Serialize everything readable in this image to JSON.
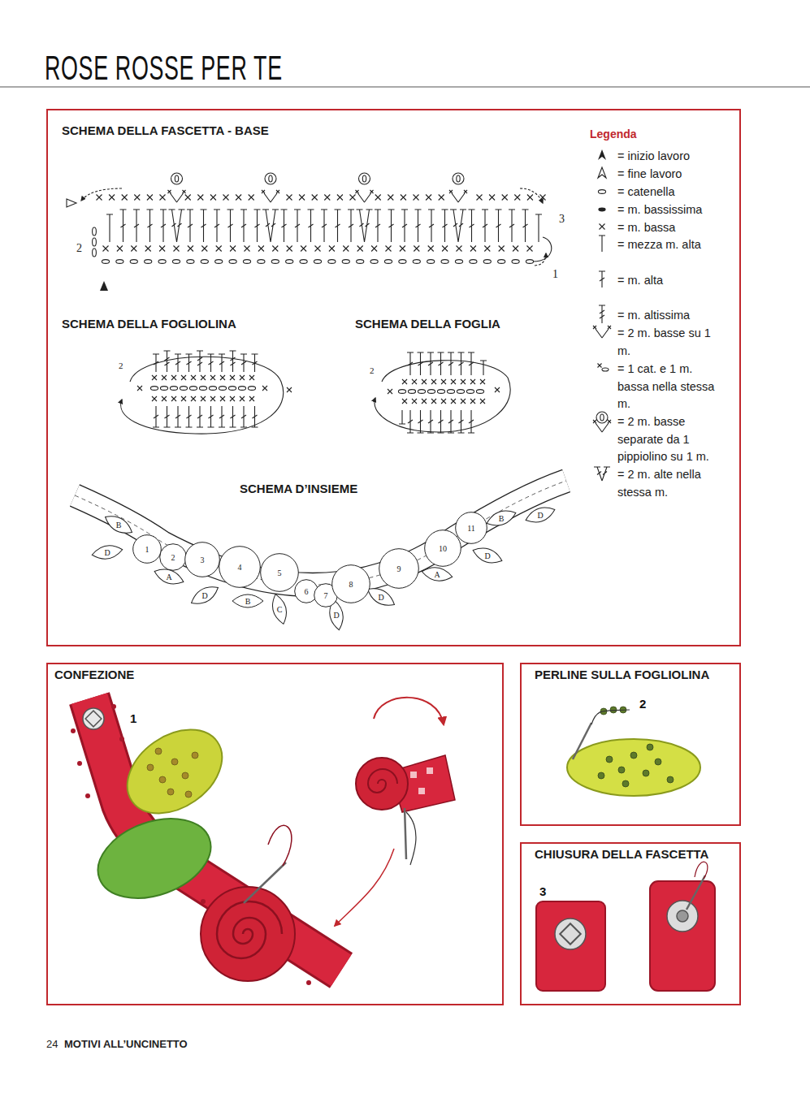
{
  "diagram": {
    "title": "ROSE ROSSE PER TE",
    "nodes": [
      {
        "text": [
          "SCHEMA DELLA FASCETTA - BASE",
          "SCHEMA DELLA FOGLIOLINA",
          "SCHEMA DELLA FOGLIA",
          "SCHEMA D’INSIEME"
        ]
      },
      {
        "text": [
          "1"
        ],
        "in": 0
      },
      {
        "text": [
          "2"
        ],
        "in": 0
      },
      {
        "text": [
          "3"
        ],
        "in": 0
      },
      {
        "text": [
          "4"
        ],
        "in": 0
      },
      {
        "text": [
          "5"
        ],
        "in": 0
      },
      {
        "text": [
          "6"
        ],
        "in": 0
      },
      {
        "text": [
          "7"
        ],
        "in": 0
      },
      {
        "text": [
          "8"
        ],
        "in": 0
      },
      {
        "text": [
          "9"
        ],
        "in": 0
      },
      {
        "text": [
          "10"
        ],
        "in": 0
      },
      {
        "text": [
          "11"
        ],
        "in": 0
      },
      {
        "text": [
          "B"
        ],
        "in": 0
      },
      {
        "text": [
          "D"
        ],
        "in": 0
      },
      {
        "text": [
          "A"
        ],
        "in": 0
      },
      {
        "text": [
          "D"
        ],
        "in": 0
      },
      {
        "text": [
          "B"
        ],
        "in": 0
      },
      {
        "text": [
          "C"
        ],
        "in": 0
      },
      {
        "text": [
          "D"
        ],
        "in": 0
      },
      {
        "text": [
          "D"
        ],
        "in": 0
      },
      {
        "text": [
          "A"
        ],
        "in": 0
      },
      {
        "text": [
          "D"
        ],
        "in": 0
      },
      {
        "text": [
          "B"
        ],
        "in": 0
      },
      {
        "text": [
          "D"
        ],
        "in": 0
      },
      {
        "text": [
          "CONFEZIONE"
        ]
      },
      {
        "text": [
          "PERLINE SULLA FOGLIOLINA"
        ]
      },
      {
        "text": [
          "CHIUSURA DELLA FASCETTA"
        ]
      }
    ],
    "labels": [
      "1",
      "2",
      "3",
      "2",
      "2",
      "1",
      "2",
      "3",
      "Legenda",
      "24",
      "MOTIVI ALL’UNCINETTO"
    ],
    "legend": [
      {
        "text": "= inizio lavoro"
      },
      {
        "text": "= fine lavoro"
      },
      {
        "text": "= catenella"
      },
      {
        "text": "= m. bassissima"
      },
      {
        "text": "= m. bassa"
      },
      {
        "text": "= mezza m. alta"
      },
      {
        "text": "= m. alta"
      },
      {
        "text": "= m. altissima"
      },
      {
        "text": "= 2 m. basse su 1 m."
      },
      {
        "text": "= 1 cat. e 1 m. bassa nella stessa m."
      },
      {
        "text": "= 2 m. basse separate da 1 pippiolino su 1 m."
      },
      {
        "text": "= 2 m. alte nella stessa m."
      }
    ]
  }
}
